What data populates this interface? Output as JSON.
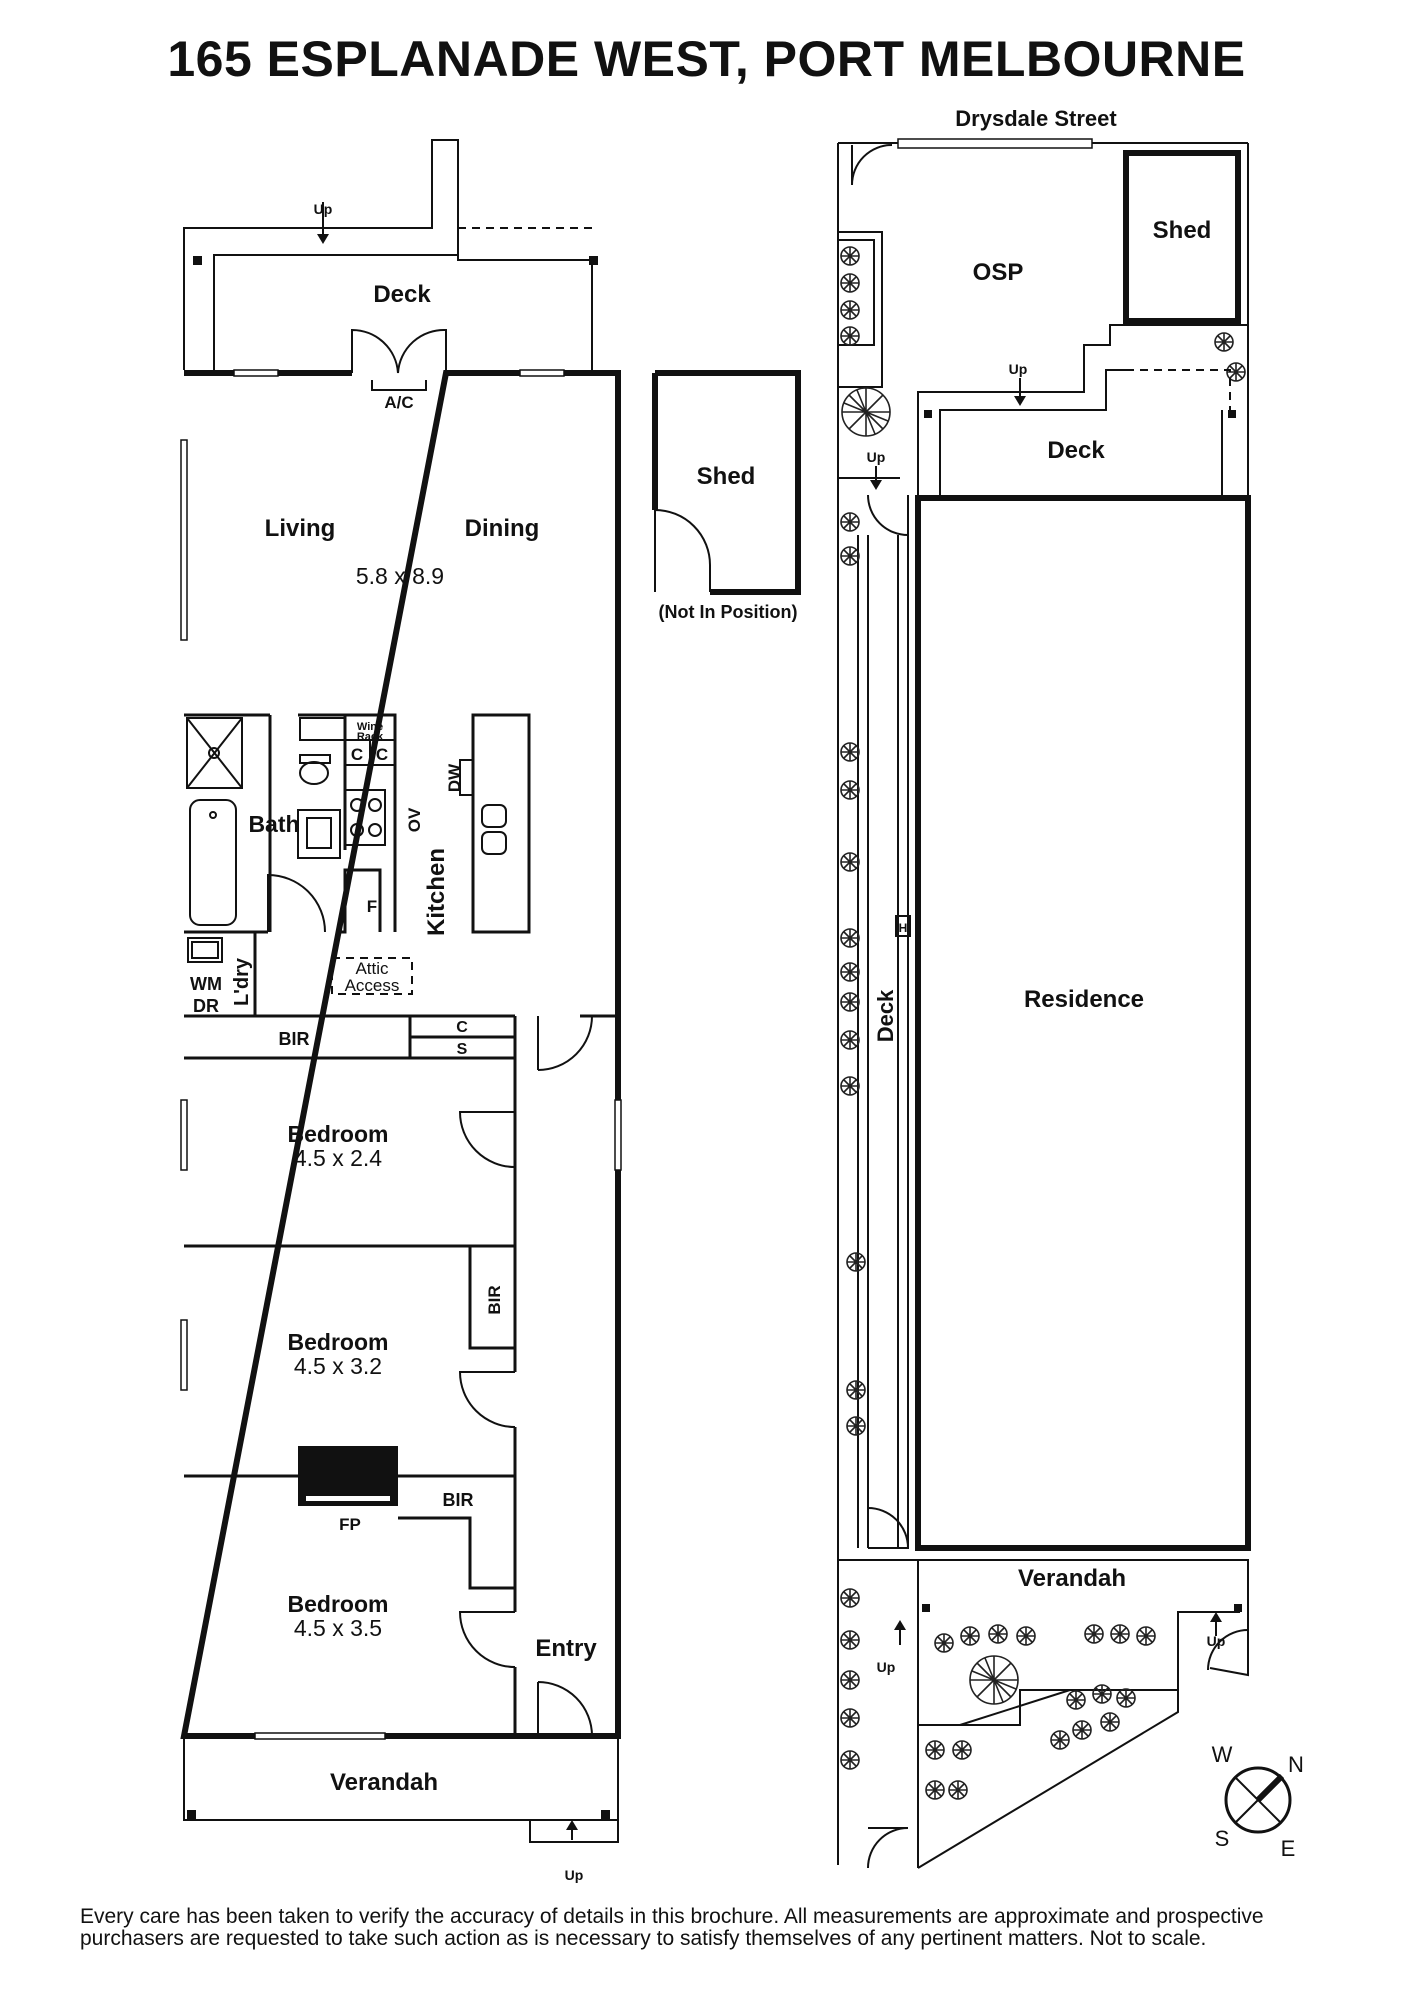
{
  "title": "165 ESPLANADE WEST, PORT MELBOURNE",
  "disclaimer": "Every care has been taken to verify the accuracy of details in this brochure. All measurements are approximate and prospective purchasers are requested to take such action as is necessary to satisfy themselves of any pertinent matters. Not to scale.",
  "floor_plan": {
    "deck": "Deck",
    "up_top": "Up",
    "ac": "A/C",
    "living": "Living",
    "dining": "Dining",
    "living_dims": "5.8 x 8.9",
    "wine_rack_1": "Wine",
    "wine_rack_2": "Rack",
    "cupboard_c": "C",
    "dw": "DW",
    "ov": "OV",
    "bath": "Bath",
    "fridge": "F",
    "kitchen": "Kitchen",
    "laundry": "L'dry",
    "wm": "WM",
    "dr": "DR",
    "attic_1": "Attic",
    "attic_2": "Access",
    "bir": "BIR",
    "linen_c": "C",
    "linen_s": "S",
    "bedroom1": "Bedroom",
    "bedroom1_dims": "4.5 x 2.4",
    "bedroom2": "Bedroom",
    "bedroom2_dims": "4.5 x 3.2",
    "bedroom3": "Bedroom",
    "bedroom3_dims": "4.5 x 3.5",
    "fp": "FP",
    "entry": "Entry",
    "verandah": "Verandah",
    "up_bottom": "Up"
  },
  "shed_detached": {
    "label": "Shed",
    "note": "(Not In Position)"
  },
  "site_plan": {
    "street": "Drysdale Street",
    "shed": "Shed",
    "osp": "OSP",
    "up_1": "Up",
    "deck_rear": "Deck",
    "up_2": "Up",
    "h": "H",
    "deck_side": "Deck",
    "residence": "Residence",
    "verandah": "Verandah",
    "up_3": "Up",
    "up_4": "Up"
  },
  "compass": {
    "w": "W",
    "n": "N",
    "s": "S",
    "e": "E"
  }
}
